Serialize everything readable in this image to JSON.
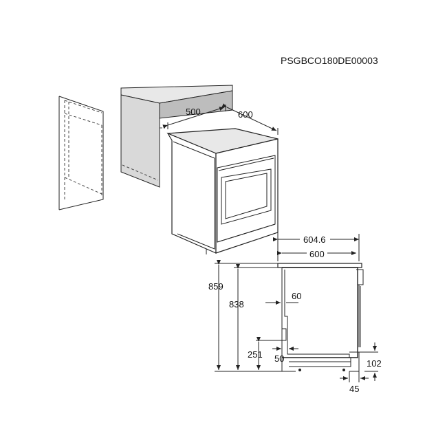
{
  "code": "PSGBCO180DE00003",
  "iso": {
    "depth": "500",
    "width": "600"
  },
  "side": {
    "total_width": "604.6",
    "width": "600",
    "height_total": "859",
    "height_body": "838",
    "overhang": "60",
    "foot_offset": "251",
    "foot_gap": "50",
    "plinth_height": "102",
    "plinth_depth": "45"
  },
  "colors": {
    "line": "#222222",
    "wall": "#d9d9d9",
    "wall_dark": "#bdbdbd",
    "top": "#e8e8e8"
  }
}
